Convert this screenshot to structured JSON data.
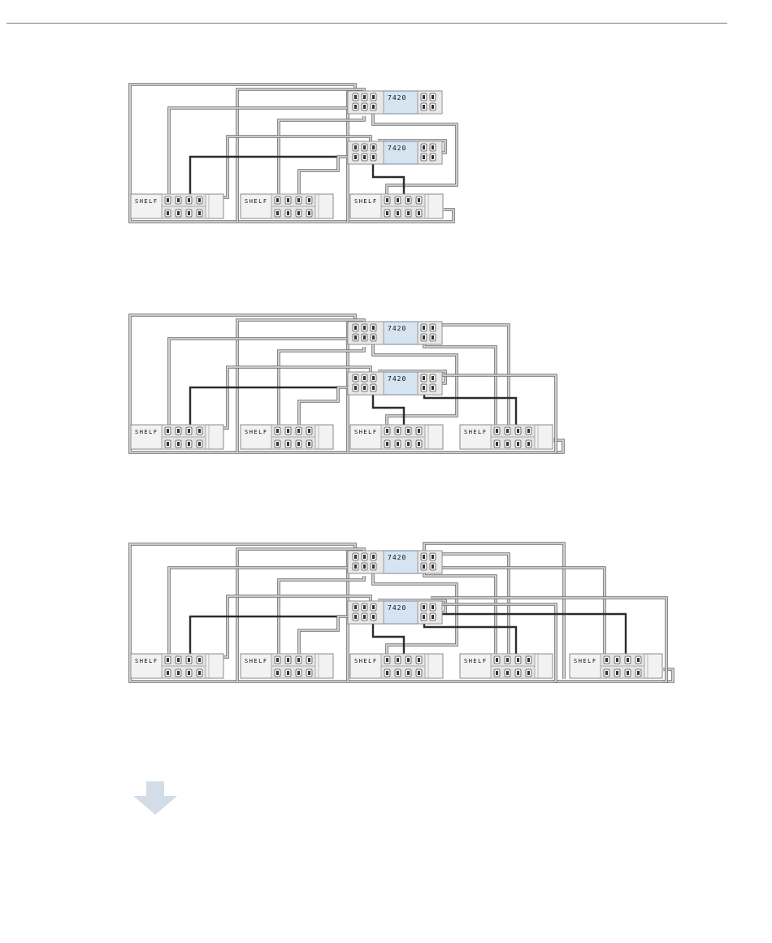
{
  "colors": {
    "rule": "#7a7a7a",
    "cable_fill": "#e6e6e6",
    "cable_edge": "#6e6e6e",
    "cable_dark": "#2c2c2c",
    "controller_fill": "#d6e4f2",
    "controller_edge": "#7a8aa0",
    "shelf_fill": "#f2f2f2",
    "shelf_edge": "#8a8a8a",
    "arrow": "#d3dde8"
  },
  "icons": {
    "continue": "down-arrow-icon"
  },
  "diagrams": [
    {
      "controllers": [
        {
          "label": "7420"
        },
        {
          "label": "7420"
        }
      ],
      "shelves": [
        {
          "label": "SHELF"
        },
        {
          "label": "SHELF"
        },
        {
          "label": "SHELF"
        }
      ]
    },
    {
      "controllers": [
        {
          "label": "7420"
        },
        {
          "label": "7420"
        }
      ],
      "shelves": [
        {
          "label": "SHELF"
        },
        {
          "label": "SHELF"
        },
        {
          "label": "SHELF"
        },
        {
          "label": "SHELF"
        }
      ]
    },
    {
      "controllers": [
        {
          "label": "7420"
        },
        {
          "label": "7420"
        }
      ],
      "shelves": [
        {
          "label": "SHELF"
        },
        {
          "label": "SHELF"
        },
        {
          "label": "SHELF"
        },
        {
          "label": "SHELF"
        },
        {
          "label": "SHELF"
        }
      ]
    }
  ]
}
